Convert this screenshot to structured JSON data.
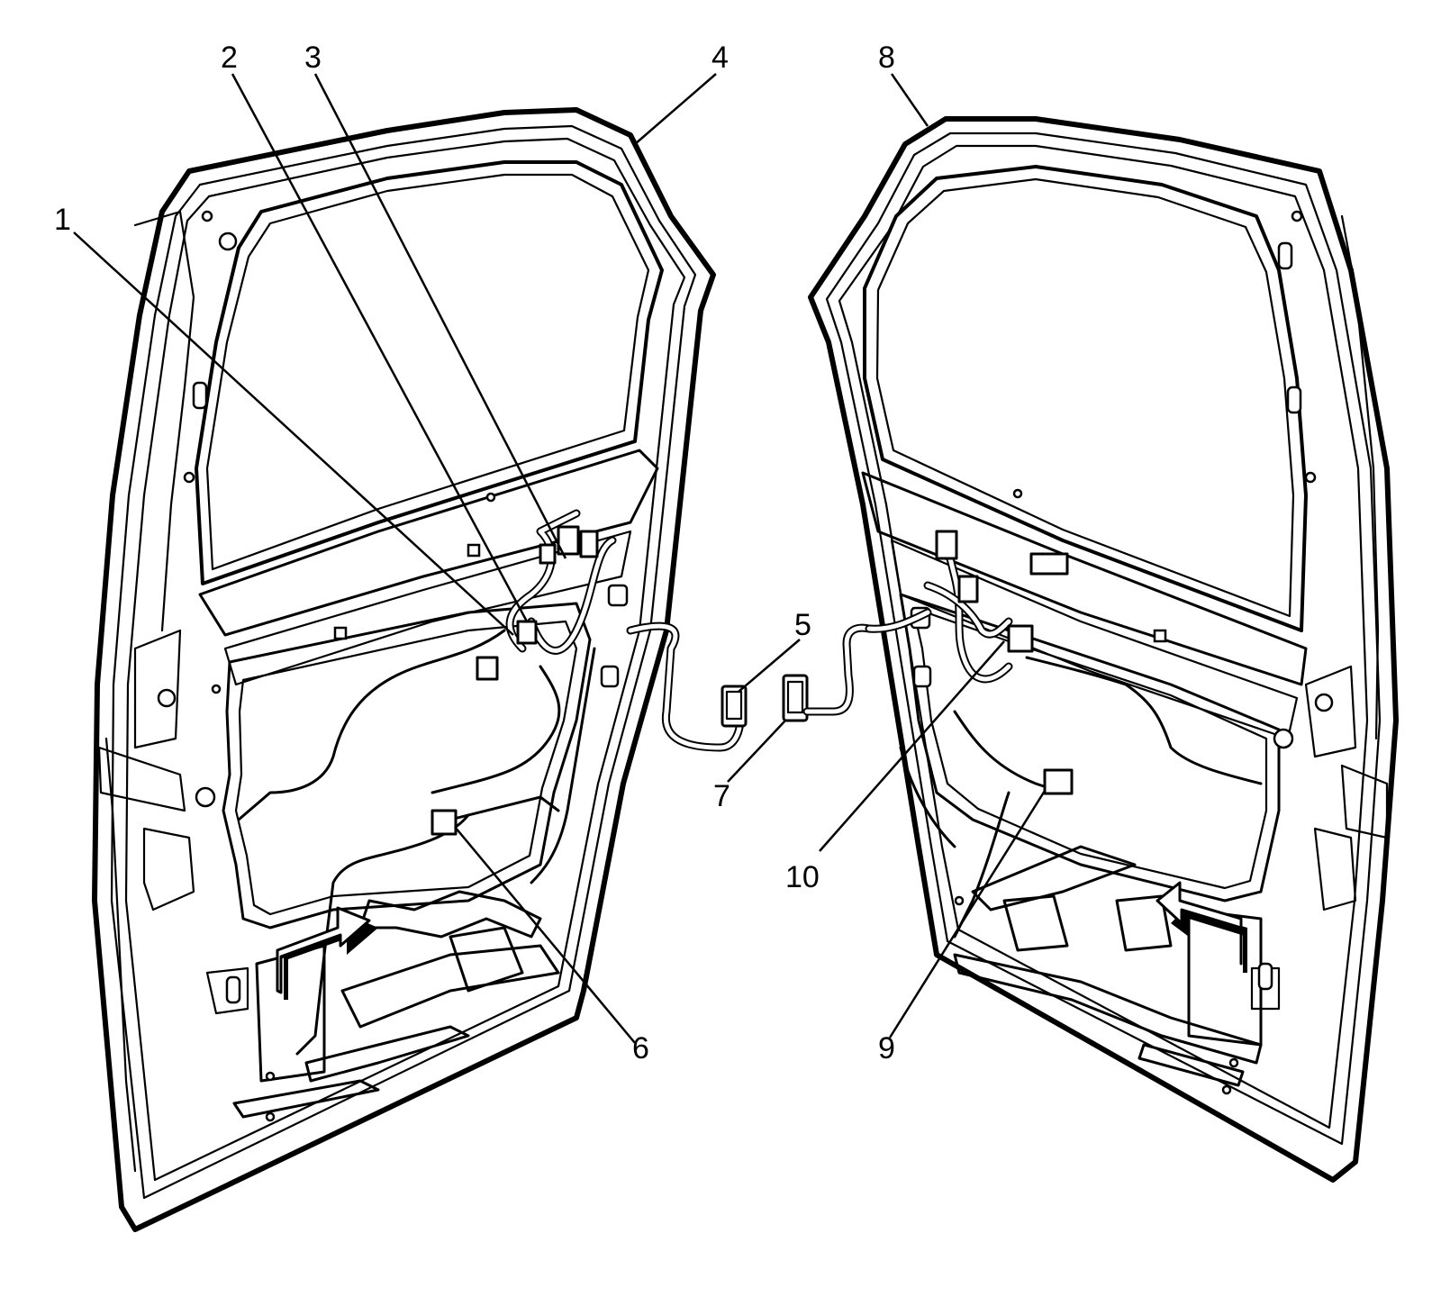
{
  "figure": {
    "callouts": [
      {
        "id": "1",
        "text": "1"
      },
      {
        "id": "2",
        "text": "2"
      },
      {
        "id": "3",
        "text": "3"
      },
      {
        "id": "4",
        "text": "4"
      },
      {
        "id": "5",
        "text": "5"
      },
      {
        "id": "6",
        "text": "6"
      },
      {
        "id": "7",
        "text": "7"
      },
      {
        "id": "8",
        "text": "8"
      },
      {
        "id": "9",
        "text": "9"
      },
      {
        "id": "10",
        "text": "10"
      }
    ]
  }
}
